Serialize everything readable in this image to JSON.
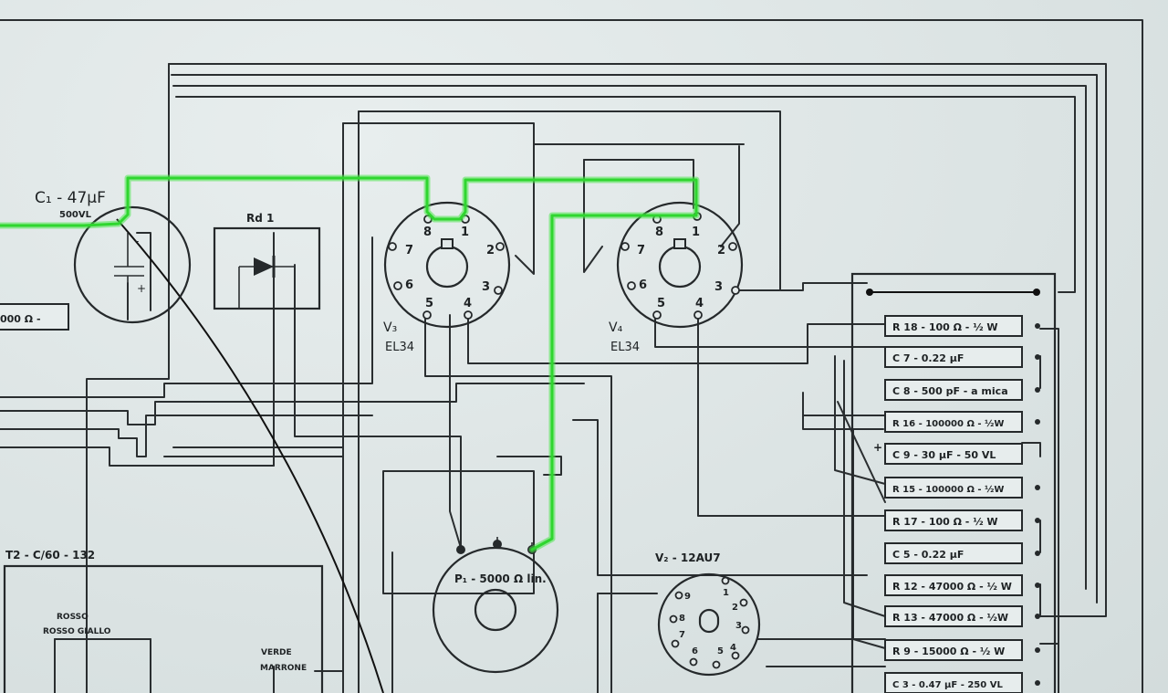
{
  "labels": {
    "c1": "C₁ - 47µF",
    "c1_voltage": "500VL",
    "rd1": "Rd 1",
    "res_partial": "000 Ω -",
    "v3": "V₃",
    "v3_type": "EL34",
    "v4": "V₄",
    "v4_type": "EL34",
    "p1": "P₁ - 5000 Ω lin.",
    "v2": "V₂ - 12AU7",
    "t2": "T2 - C/60 - 132",
    "rosso": "ROSSO",
    "rosso_giallo": "ROSSO GIALLO",
    "verde": "VERDE",
    "marrone": "MARRONE",
    "plus": "+"
  },
  "tube_pins": {
    "v3": [
      "8",
      "1",
      "7",
      "2",
      "6",
      "3",
      "5",
      "4"
    ],
    "v4": [
      "8",
      "1",
      "7",
      "2",
      "6",
      "3",
      "5",
      "4"
    ],
    "v2": [
      "9",
      "1",
      "2",
      "3",
      "4",
      "5",
      "6",
      "7",
      "8"
    ]
  },
  "components": [
    "R 18 - 100 Ω - ½ W",
    "C 7 - 0.22 µF",
    "C 8 - 500 pF - a mica",
    "R 16 - 100000 Ω - ½W",
    "C 9 - 30 µF - 50 VL",
    "R 15 - 100000 Ω - ½W",
    "R 17 - 100 Ω - ½ W",
    "C 5 - 0.22 µF",
    "R 12 - 47000 Ω - ½ W",
    "R 13 - 47000 Ω - ½W",
    "R 9 - 15000 Ω - ½ W",
    "C 3 - 0.47 µF - 250 VL"
  ],
  "colors": {
    "highlight": "#3fe03f",
    "ink": "#25292b",
    "paper": "#dfe6e6"
  }
}
